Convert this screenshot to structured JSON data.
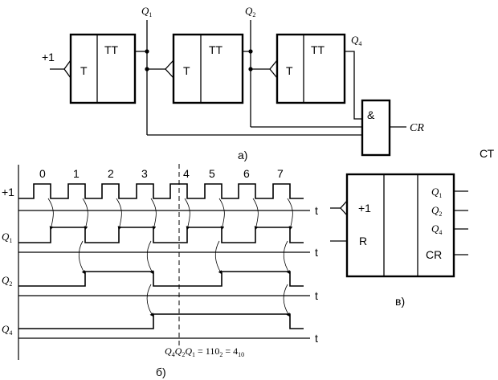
{
  "diagram": {
    "part_a": {
      "input_label": "+1",
      "trigger_t_label": "T",
      "trigger_tt_label": "TT",
      "output_labels": [
        {
          "name": "Q",
          "sub": "1"
        },
        {
          "name": "Q",
          "sub": "2"
        },
        {
          "name": "Q",
          "sub": "4"
        }
      ],
      "and_label": "&",
      "carry_label": "CR",
      "caption": "а)"
    },
    "part_b": {
      "clock_label": "+1",
      "clock_numbers": [
        "0",
        "1",
        "2",
        "3",
        "4",
        "5",
        "6",
        "7"
      ],
      "axis_label": "t",
      "signal_labels": [
        {
          "name": "Q",
          "sub": "1"
        },
        {
          "name": "Q",
          "sub": "2"
        },
        {
          "name": "Q",
          "sub": "4"
        }
      ],
      "formula": {
        "q4": "Q",
        "q4_sub": "4",
        "q2": "Q",
        "q2_sub": "2",
        "q1": "Q",
        "q1_sub": "1",
        "eq1": " = 110",
        "base2": "2",
        "eq2": " = 4",
        "base10": "10"
      },
      "caption": "б)"
    },
    "part_c": {
      "header": "СТ",
      "input_plus": "+1",
      "input_reset": "R",
      "outputs": [
        {
          "name": "Q",
          "sub": "1"
        },
        {
          "name": "Q",
          "sub": "2"
        },
        {
          "name": "Q",
          "sub": "4"
        }
      ],
      "carry": "CR",
      "caption": "в)"
    }
  }
}
